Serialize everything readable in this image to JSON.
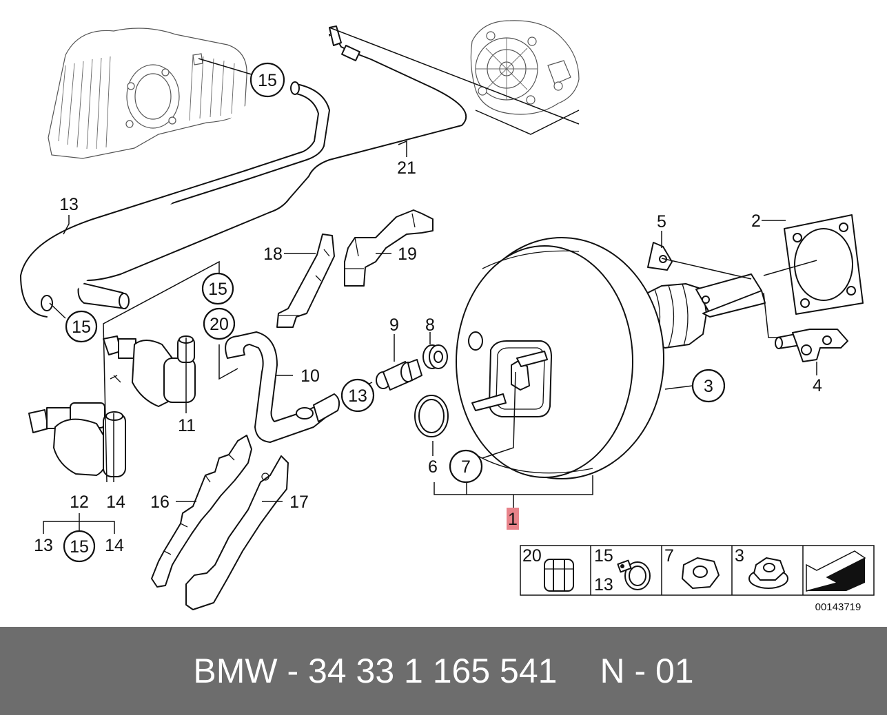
{
  "callouts": {
    "c15a": "15",
    "c21": "21",
    "c13a": "13",
    "c18": "18",
    "c19": "19",
    "c15b": "15",
    "c20": "20",
    "c15c": "15",
    "c10": "10",
    "c11": "11",
    "c9": "9",
    "c8": "8",
    "c13b": "13",
    "c5": "5",
    "c2": "2",
    "c4": "4",
    "c3": "3",
    "c6": "6",
    "c7": "7",
    "c1": "1",
    "c12": "12",
    "c14": "14",
    "c12_13": "13",
    "c12_15": "15",
    "c12_14": "14",
    "c16": "16",
    "c17": "17"
  },
  "legend": {
    "cells": [
      {
        "top": "20",
        "bottom": ""
      },
      {
        "top": "15",
        "bottom": "13"
      },
      {
        "top": "7",
        "bottom": ""
      },
      {
        "top": "3",
        "bottom": ""
      }
    ]
  },
  "image_number": "00143719",
  "footer": {
    "part_number": "BMW - 34 33 1 165 541",
    "position": "N - 01"
  },
  "colors": {
    "highlight": "#e8838a",
    "footer_bg": "#6d6d6d"
  }
}
